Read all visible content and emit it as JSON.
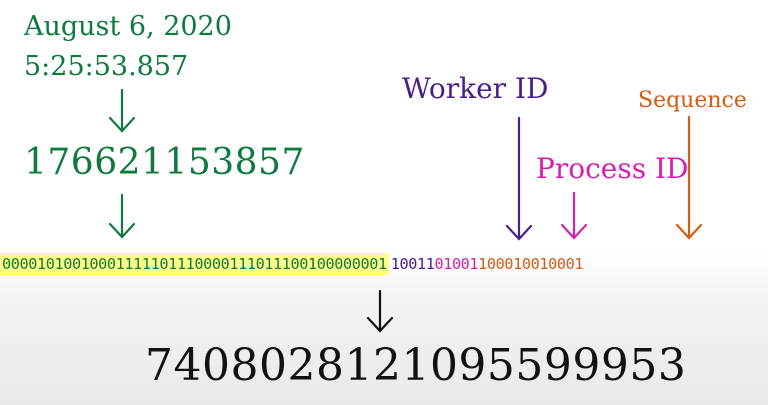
{
  "timestamp": {
    "date": "August 6, 2020",
    "time": "5:25:53.857",
    "millis": "176621153857"
  },
  "labels": {
    "worker_id": "Worker ID",
    "process_id": "Process ID",
    "sequence": "Sequence"
  },
  "bits": {
    "timestamp": "00001010010001111101110000111011100100000001",
    "worker_id": "10011",
    "process_id": "01001",
    "sequence": "100010010001"
  },
  "result": "7408028121095599953",
  "colors": {
    "timestamp": "#0f7a3d",
    "worker_id": "#4a1d8a",
    "process_id": "#d61fb0",
    "sequence": "#d65a12",
    "highlight": "#ffff88"
  }
}
